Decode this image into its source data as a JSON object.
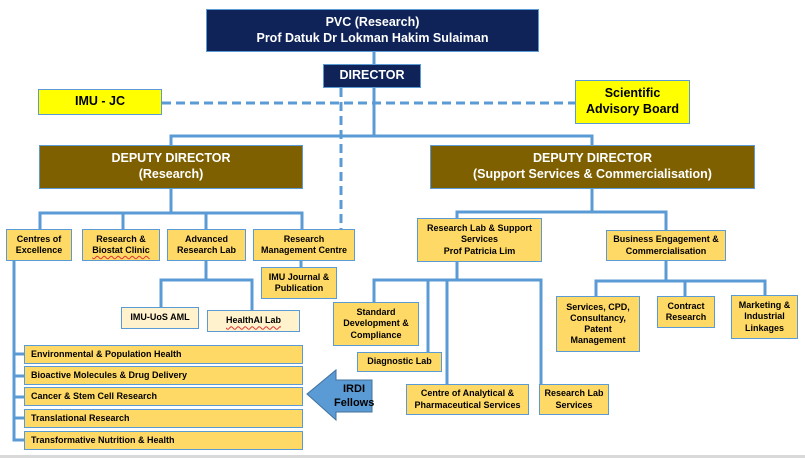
{
  "chart_title": "Organisational Chart",
  "top": {
    "pvc_line1": "PVC (Research)",
    "pvc_line2": "Prof Datuk Dr Lokman Hakim Sulaiman",
    "director": "DIRECTOR"
  },
  "advisory": {
    "imu_jc": "IMU - JC",
    "sab_line1": "Scientific",
    "sab_line2": "Advisory Board"
  },
  "deputy_research": {
    "line1": "DEPUTY DIRECTOR",
    "line2": "(Research)",
    "units": [
      {
        "line1": "Centres of",
        "line2": "Excellence"
      },
      {
        "line1": "Research &",
        "line2": "Biostat Clinic"
      },
      {
        "line1": "Advanced",
        "line2": "Research Lab"
      },
      {
        "line1": "Research",
        "line2": "Management Centre"
      }
    ],
    "arl_children": [
      "IMU-UoS AML",
      "HealthAI Lab"
    ],
    "rmc_child": {
      "line1": "IMU Journal &",
      "line2": "Publication"
    },
    "centres": [
      "Environmental & Population Health",
      "Bioactive Molecules & Drug Delivery",
      "Cancer & Stem Cell Research",
      "Translational Research",
      "Transformative Nutrition & Health"
    ],
    "fellows_arrow": {
      "line1": "IRDI",
      "line2": "Fellows"
    }
  },
  "deputy_support": {
    "line1": "DEPUTY DIRECTOR",
    "line2": "(Support Services & Commercialisation)",
    "rlss": {
      "line1": "Research Lab & Support",
      "line2": "Services",
      "line3": "Prof Patricia Lim"
    },
    "rlss_children": [
      {
        "line1": "Standard",
        "line2": "Development &",
        "line3": "Compliance"
      },
      {
        "line1": "Diagnostic Lab"
      },
      {
        "line1": "Centre of Analytical &",
        "line2": "Pharmaceutical Services"
      },
      {
        "line1": "Research Lab",
        "line2": "Services"
      }
    ],
    "bec": {
      "line1": "Business Engagement &",
      "line2": "Commercialisation"
    },
    "bec_children": [
      {
        "line1": "Services, CPD,",
        "line2": "Consultancy,",
        "line3": "Patent",
        "line4": "Management"
      },
      {
        "line1": "Contract",
        "line2": "Research"
      },
      {
        "line1": "Marketing &",
        "line2": "Industrial",
        "line3": "Linkages"
      }
    ]
  },
  "colors": {
    "navy": "#0f2359",
    "gold": "#7f6000",
    "yellow": "#ffff00",
    "amber": "#ffd966",
    "pale": "#fff2cc",
    "connector": "#5b9bd5"
  }
}
